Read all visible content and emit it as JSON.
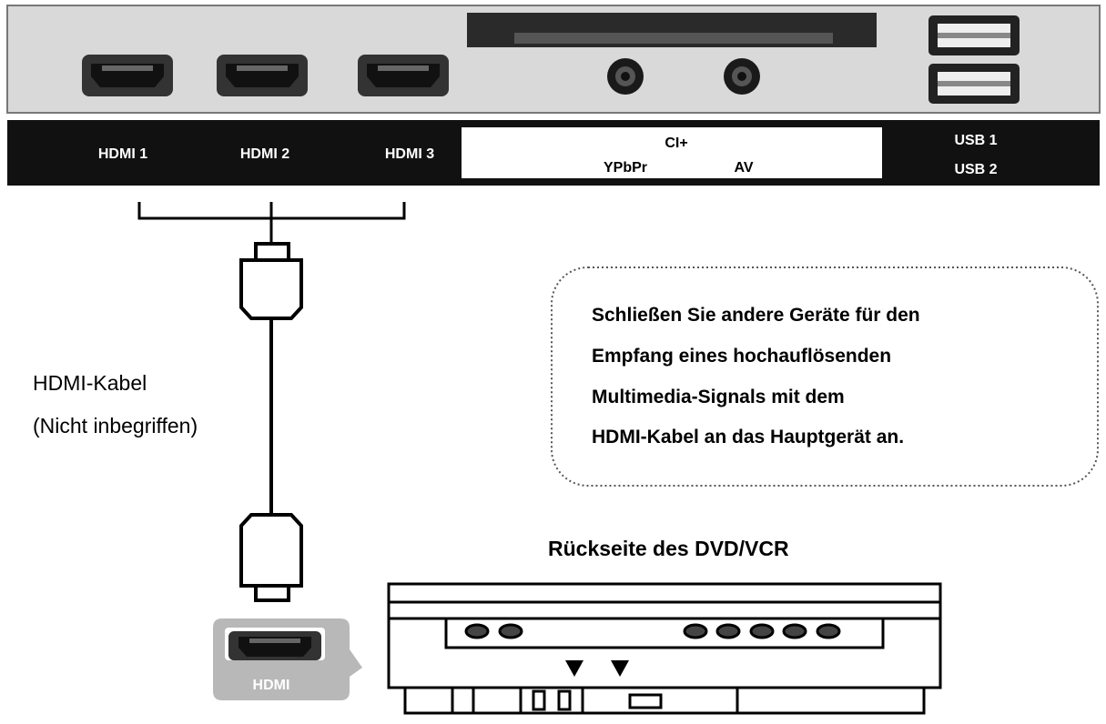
{
  "tv_panel": {
    "port_labels": {
      "hdmi1": "HDMI 1",
      "hdmi2": "HDMI 2",
      "hdmi3": "HDMI 3",
      "ci_plus": "CI+",
      "ypbpr": "YPbPr",
      "av": "AV",
      "usb1": "USB 1",
      "usb2": "USB 2"
    }
  },
  "cable": {
    "label_line1": "HDMI-Kabel",
    "label_line2": "(Nicht inbegriffen)"
  },
  "note": {
    "line1": "Schließen Sie andere Geräte für den",
    "line2": "Empfang eines hochauflösenden",
    "line3": "Multimedia-Signals mit dem",
    "line4": "HDMI-Kabel an das Hauptgerät an."
  },
  "device": {
    "title": "Rückseite des DVD/VCR",
    "hdmi_label": "HDMI"
  },
  "colors": {
    "panel_bg": "#d9d9d9",
    "strip_bg": "#111111",
    "strip_text": "#ffffff",
    "badge_bg": "#b8b8b8",
    "line": "#000000"
  }
}
